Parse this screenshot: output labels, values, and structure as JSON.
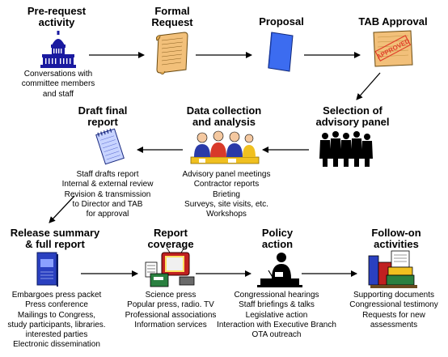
{
  "stages": {
    "prerequest": {
      "title": [
        "Pre-request",
        "activity"
      ],
      "desc": [
        "Conversations with",
        "committee members",
        "and staff"
      ]
    },
    "formal_request": {
      "title": [
        "Formal",
        "Request"
      ]
    },
    "proposal": {
      "title": [
        "Proposal"
      ]
    },
    "tab_approval": {
      "title": [
        "TAB Approval"
      ],
      "stamp_text": "APPROVED"
    },
    "selection": {
      "title": [
        "Selection of",
        "advisory panel"
      ]
    },
    "data_collection": {
      "title": [
        "Data collection",
        "and analysis"
      ],
      "desc": [
        "Advisory panel meetings",
        "Contractor reports",
        "Brieting",
        "Surveys, site visits, etc.",
        "Workshops"
      ]
    },
    "draft_final": {
      "title": [
        "Draft final",
        "report"
      ],
      "desc": [
        "Staff drafts report",
        "Internal & external review",
        "Revision & transmission",
        "to Director and TAB",
        "for approval"
      ]
    },
    "release": {
      "title": [
        "Release summary",
        "& full report"
      ],
      "desc": [
        "Embargoes press packet",
        "Press conference",
        "Mailings to Congress,",
        "study participants, libraries.",
        "interested parties",
        "Electronic dissemination"
      ]
    },
    "coverage": {
      "title": [
        "Report",
        "coverage"
      ],
      "desc": [
        "Science press",
        "Popular press, radio. TV",
        "Professional associations",
        "Information services"
      ]
    },
    "policy": {
      "title": [
        "Policy",
        "action"
      ],
      "desc": [
        "Congressional hearings",
        "Staff briefings & talks",
        "Legislative action",
        "Interaction with Executive Branch",
        "OTA outreach"
      ]
    },
    "followon": {
      "title": [
        "Follow-on",
        "activities"
      ],
      "desc": [
        "Supporting documents",
        "Congressional testimony",
        "Requests for new",
        "assessments"
      ]
    }
  },
  "colors": {
    "capitol": "#1a1aa0",
    "scroll": "#f2c07a",
    "proposal": "#3c6cf0",
    "approval_paper": "#f2c07a",
    "stamp": "#e0402a",
    "people_blue": "#2a3aa8",
    "people_red": "#d83a2a",
    "people_yellow": "#f0c020",
    "report_blue": "#2a40c0",
    "tv_red": "#c02020",
    "books_green": "#2a8040"
  }
}
